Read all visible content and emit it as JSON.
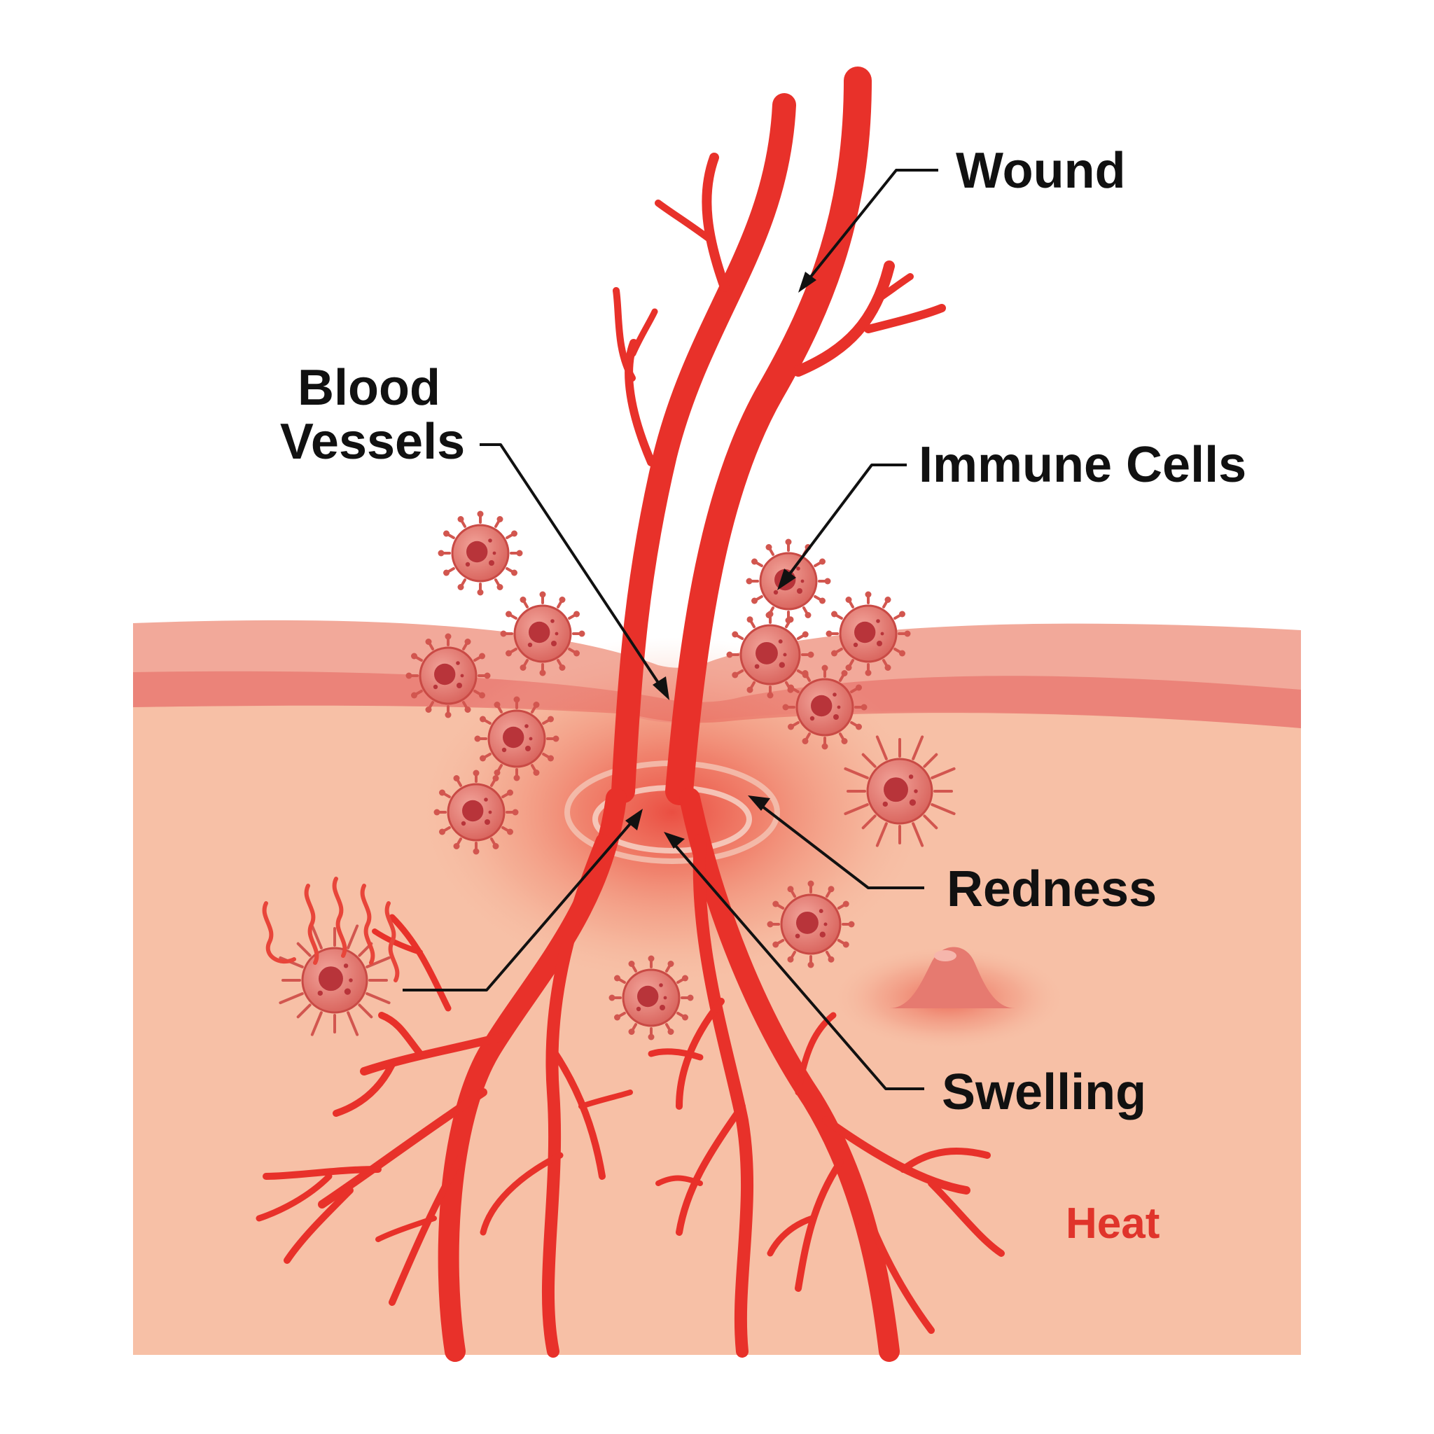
{
  "labels": {
    "wound": "Wound",
    "blood_vessels_line1": "Blood",
    "blood_vessels_line2": "Vessels",
    "immune_cells": "Immune Cells",
    "redness": "Redness",
    "swelling": "Swelling",
    "heat": "Heat"
  },
  "colors": {
    "vessel": "#e8312a",
    "heat_text": "#e0342b",
    "skin": "#f7c0a6",
    "epidermis": "#f2a99a",
    "cell_body": "#e07a72",
    "cell_nucleus": "#b8343a"
  },
  "icons": [
    "immune-cell-icon",
    "heat-wave-icon",
    "swelling-bump-icon"
  ]
}
